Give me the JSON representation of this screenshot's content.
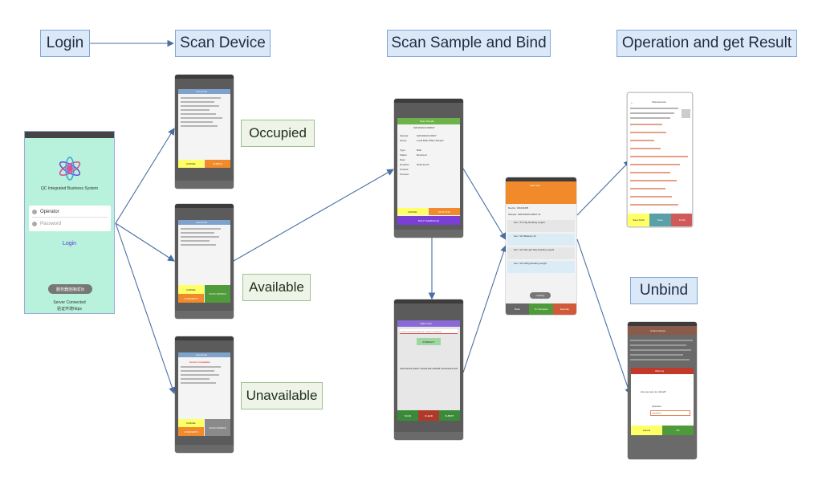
{
  "steps": {
    "login": "Login",
    "scan_device": "Scan Device",
    "scan_sample": "Scan Sample and Bind",
    "operation": "Operation and get Result",
    "unbind": "Unbind"
  },
  "states": {
    "occupied": "Occupied",
    "available": "Available",
    "unavailable": "Unavailable"
  },
  "login_screen": {
    "system_name": "QC Integrated Business System",
    "operator_label": "Operator",
    "password_placeholder": "Password",
    "login_button": "Login",
    "toast_cn": "服务器连接成功",
    "server_status": "Server Connected",
    "env_cn": "验证环境https"
  },
  "device_screens": {
    "occupied": {
      "title": "Found Info",
      "left_btn": "CANCEL",
      "right_btn": "UNBIND"
    },
    "available": {
      "title": "Found Info",
      "left_btn": "CANCEL",
      "bottom_left": "COMMENTS",
      "right_btn": "SCAN SAMPLE"
    },
    "unavailable": {
      "title": "Found Info",
      "warning": "Device Unavailable",
      "left_btn": "CANCEL",
      "bottom_left": "COMMENTS",
      "right_btn": "SCAN SAMPLE"
    }
  },
  "sample_screen": {
    "title": "Scan Sample",
    "id": "S201910A4-000027",
    "rows": [
      "Sample:",
      "Name:",
      "Type:",
      "Status:",
      "Date:",
      "Duration:",
      "Product:",
      "Process:"
    ],
    "values": [
      "S20191024-00027",
      "Local Bulk Tablet Sample",
      "Bulk",
      "Received",
      "",
      "2019-10-24",
      "",
      ""
    ],
    "cancel": "CANCEL",
    "ok": "PASS SITE",
    "multi": "MULTI SAMPLE (0)"
  },
  "bind_screen": {
    "title": "Attach Sort",
    "input_placeholder": "[Unbound] Scan/Enter result or ExpNo",
    "button": "INTERACT",
    "text": "S20191024-00027 S20191024-00028 S20191024-00029",
    "b1": "SCAN",
    "b2": "CLEAR",
    "b3": "SUBMIT"
  },
  "task_view": {
    "title": "Task View",
    "device": "Device: W1023456",
    "sample": "Sample: S20191024-00027-11",
    "items": [
      "Item: ST-10g Reading weight",
      "Item: W1-Balance ID",
      "Item: W1-50mg/0.02g Reading weight",
      "Item: W1-200g Reading weight"
    ],
    "toast": "Loading",
    "b1": "Back",
    "b2": "To Complete",
    "b3": "Execute"
  },
  "task_execute": {
    "title": "Task Execute",
    "b1": "Save Draft",
    "b2": "Save",
    "b3": "Finish"
  },
  "unbind_screen": {
    "header": "Unbind device",
    "dialog_title": "Warning",
    "dialog_msg": "Are you sure to unbind?",
    "user": "Operator",
    "pass": "**********",
    "cancel": "Cancel",
    "ok": "OK"
  }
}
